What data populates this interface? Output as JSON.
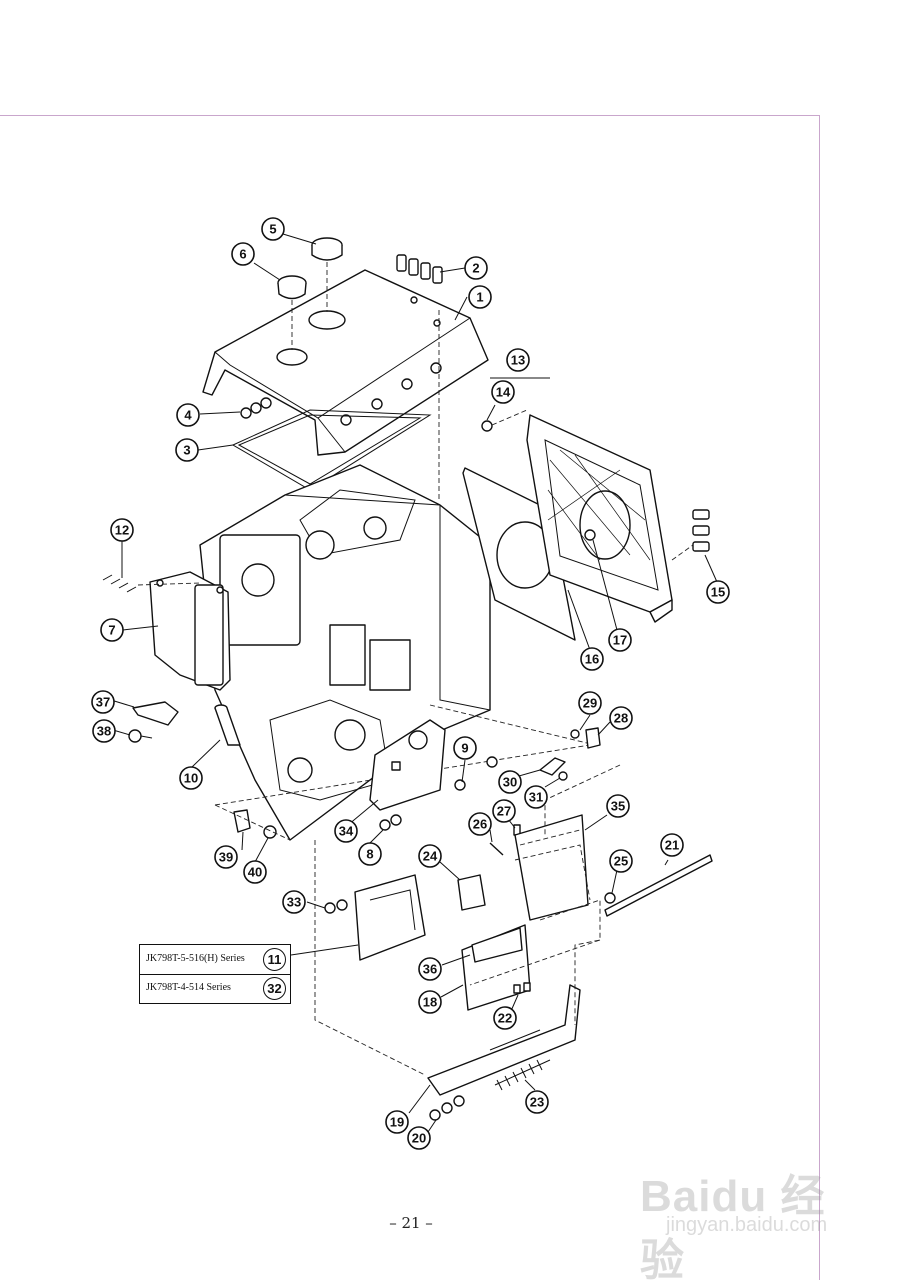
{
  "callouts": [
    "1",
    "2",
    "3",
    "4",
    "5",
    "6",
    "7",
    "8",
    "9",
    "10",
    "11",
    "12",
    "13",
    "14",
    "15",
    "16",
    "17",
    "18",
    "19",
    "20",
    "21",
    "22",
    "23",
    "24",
    "25",
    "26",
    "27",
    "28",
    "29",
    "30",
    "31",
    "32",
    "33",
    "34",
    "35",
    "36",
    "37",
    "38",
    "39",
    "40"
  ],
  "series_table": [
    {
      "label": "JK798T-5-516(H) Series",
      "number": "11"
    },
    {
      "label": "JK798T-4-514 Series",
      "number": "32"
    }
  ],
  "page_number": "– 21 –",
  "watermark": {
    "logo": "Baidu 经验",
    "url": "jingyan.baidu.com"
  }
}
